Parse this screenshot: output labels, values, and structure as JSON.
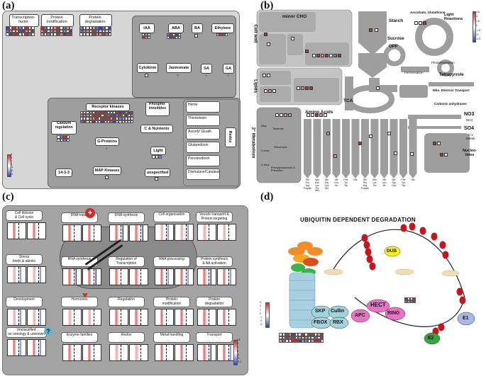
{
  "panels": {
    "a": {
      "letter": "(a)"
    },
    "b": {
      "letter": "(b)"
    },
    "c": {
      "letter": "(c)"
    },
    "d": {
      "letter": "(d)"
    }
  },
  "panel_a": {
    "top_labels": [
      "Transcription-\nfactor",
      "Protein\nmodification",
      "Protein\ndegradation"
    ],
    "hormones": [
      "IAA",
      "ABA",
      "BA",
      "Ethylene",
      "Cytokinin",
      "Jasmonate",
      "SA",
      "GA"
    ],
    "signalling": [
      "Receptor kinases",
      "Phospho-\ninositides",
      "C & Nutrients",
      "Calcium\nregulation",
      "G-Proteins",
      "Light",
      "14-3-3",
      "MAP Kinases",
      "unspecified"
    ],
    "redox": {
      "title": "Redox",
      "items": [
        "Heme",
        "Thioredoxin",
        "Ascorb/ Gluath",
        "Glutaredoxin",
        "Peroxiredoxin",
        "Dismutase/Catalase"
      ]
    },
    "scale": [
      "3",
      "2",
      "1",
      "0",
      "-1",
      "-2",
      "-3"
    ]
  },
  "panel_b": {
    "labels": {
      "minor_cho": "minor CHO",
      "starch": "Starch",
      "ascorbate": "Ascorbate, Glutathione",
      "light_reactions": "Light\nReactions",
      "sucrose": "Sucrose",
      "opp": "OPP",
      "photorespiration": "Photorespiration",
      "cell_wall": "Cell wall",
      "fermentation": "Fermentation",
      "tetrapyrrole": "Tetrapyrrole",
      "lipids": "Lipids",
      "mito": "Mito. Electron Transport",
      "tca": "TCA",
      "carbonic": "Carbonic anhydrases",
      "amino_acids": "Amino Acids",
      "no3": "NO3",
      "nh4": "NH4",
      "so4": "SO4",
      "c1": "C-1\nMetab",
      "secondary": "2° Metabolism",
      "nucleotides": "Nucleo-\ntides"
    },
    "secondary_items": [
      "Misc",
      "Terpenes",
      "Flavonoids",
      "N-misc",
      "S-misc",
      "Phenylpropanoids &\nPhenolics"
    ],
    "aa_labels": [
      "Gln\nPro\nArg\nPolyam",
      "Asp\nAsn\nLys\nThr\nMet",
      "Ser\nGly\nCys\nSer",
      "Val\nLeu\nIle",
      "Phe\nTyr\nTrp",
      "His",
      "Gln\nPro\nArg\nPolyam",
      "Asn\nLys\nThr",
      "Val\nLeu\nIle",
      "Ser\nGly\nCys",
      "Phe\nTyr\nTrp",
      "His"
    ],
    "scale": [
      "4.5",
      "3",
      "1.5",
      "0",
      "-1.5",
      "-3",
      "-4.5"
    ]
  },
  "panel_c": {
    "boxes": [
      "Cell division\n& Cell cycle",
      "DNA repair",
      "DNA synthesis",
      "Cell organisation",
      "Vesicle transport &\nProtein targeting",
      "Stress\nbiotic & abiotic",
      "RNA synthesis",
      "Regulation of\nTranscription",
      "RNA processing",
      "Protein synthesis\n& AA activation",
      "Development",
      "Hormones",
      "Regulation",
      "Protein\nmodification",
      "Protein\ndegradation",
      "Unclassified\nno ontology & unknown",
      "Enzyme families",
      "Redox",
      "Metal handling",
      "Transport"
    ],
    "scale": [
      "3.1",
      "2",
      "1",
      "0",
      "-1",
      "-2",
      "-3.1"
    ]
  },
  "panel_d": {
    "title": "UBIQUITIN DEPENDENT DEGRADATION",
    "labels": {
      "dub": "DUB",
      "hect": "HECT",
      "ring": "RING",
      "apc": "APC",
      "skp": "SKP",
      "cullin": "Cullin",
      "fbox": "FBOX",
      "rbx": "RBX",
      "e1": "E1",
      "e2": "E2"
    },
    "scale": [
      "3",
      "2",
      "1",
      "0",
      "-1",
      "-2",
      "-3"
    ]
  },
  "colors": {
    "gray_panel": "#9e9e9e",
    "light_gray": "#d0d0d0",
    "red": "#d62828",
    "blue": "#2b3fbf",
    "cyan": "#9fd4e0",
    "pink": "#e873c6",
    "yellow": "#ffee22",
    "green": "#2faa3a"
  }
}
